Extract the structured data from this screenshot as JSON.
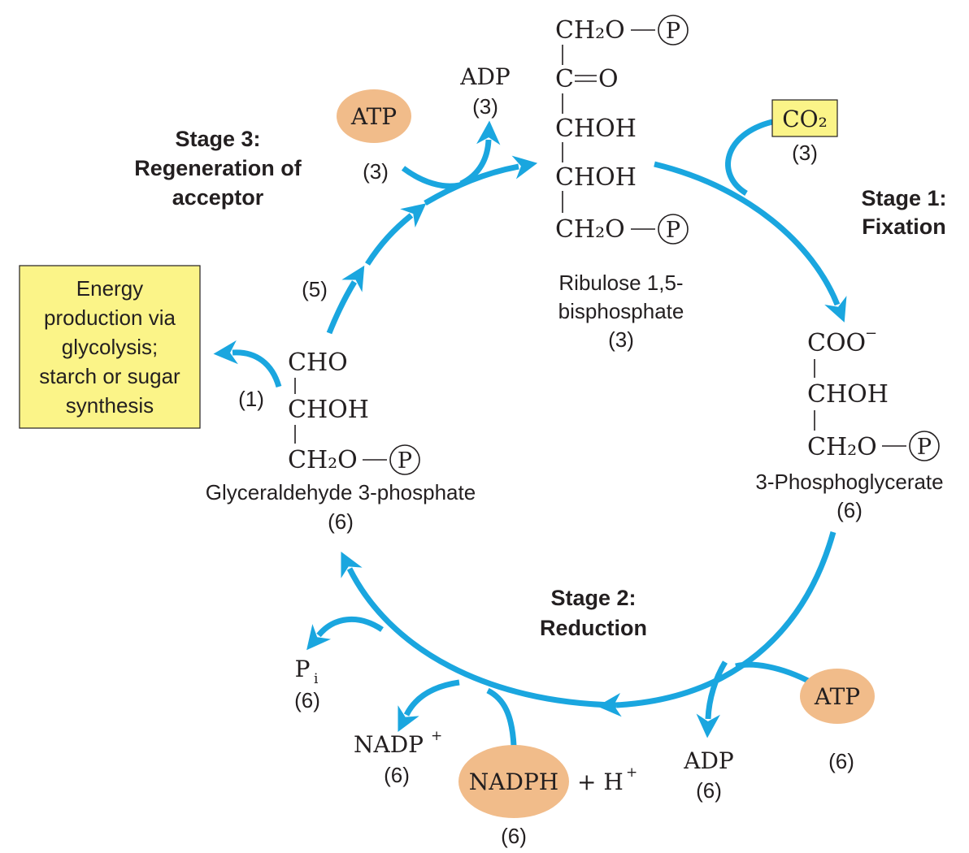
{
  "colors": {
    "arrow": "#1aa6df",
    "cofactor_fill": "#f1bc8a",
    "highlight_box": "#fbf488",
    "text": "#231f20"
  },
  "stages": {
    "stage1_line1": "Stage 1:",
    "stage1_line2": "Fixation",
    "stage2_line1": "Stage 2:",
    "stage2_line2": "Reduction",
    "stage3_line1": "Stage 3:",
    "stage3_line2": "Regeneration of",
    "stage3_line3": "acceptor"
  },
  "rubp": {
    "line1": "CH₂O",
    "line2": "C",
    "line2b": "O",
    "line3": "CHOH",
    "line4": "CHOH",
    "line5": "CH₂O",
    "phosphate": "P",
    "name_line1": "Ribulose 1,5-",
    "name_line2": "bisphosphate",
    "count": "(3)"
  },
  "pga": {
    "line1": "COO",
    "line1_sup": "−",
    "line2": "CHOH",
    "line3": "CH₂O",
    "phosphate": "P",
    "name": "3-Phosphoglycerate",
    "count": "(6)"
  },
  "g3p": {
    "line1": "CHO",
    "line2": "CHOH",
    "line3": "CH₂O",
    "phosphate": "P",
    "name": "Glyceraldehyde 3-phosphate",
    "count": "(6)"
  },
  "co2": {
    "label": "CO₂",
    "count": "(3)"
  },
  "stage3_inputs": {
    "atp_label": "ATP",
    "atp_count": "(3)",
    "adp_label": "ADP",
    "adp_count": "(3)",
    "recycle_count": "(5)",
    "export_count": "(1)"
  },
  "energy_box": {
    "line1": "Energy",
    "line2": "production via",
    "line3": "glycolysis;",
    "line4": "starch or sugar",
    "line5": "synthesis"
  },
  "stage2_inputs": {
    "atp_label": "ATP",
    "atp_count": "(6)",
    "adp_label": "ADP",
    "adp_count": "(6)",
    "nadph_label": "NADPH",
    "h_label": "+ H",
    "h_sup": "+",
    "nadph_count": "(6)",
    "nadp_label": "NADP",
    "nadp_sup": "+",
    "nadp_count": "(6)",
    "pi_label": "P",
    "pi_sub": "i",
    "pi_count": "(6)"
  }
}
